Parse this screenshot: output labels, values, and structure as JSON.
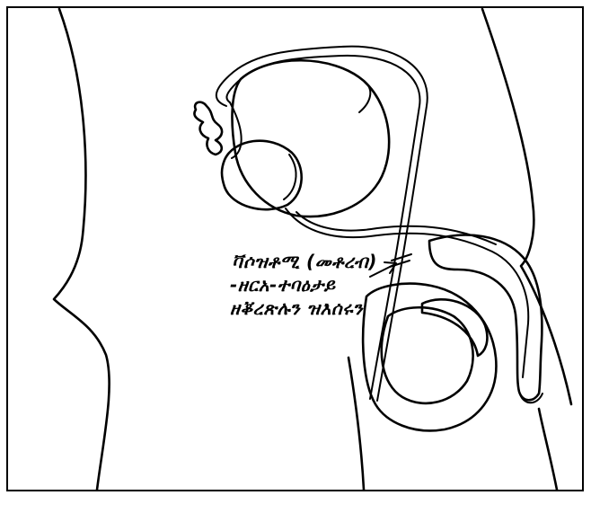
{
  "diagram": {
    "label_lines": [
      "ቫሶዝቶሚ (መቶረብ)",
      "-ዘርአ-ተባዕታይ",
      "ዘቖረጽሉን ዝእሰሩን"
    ],
    "caption": ""
  }
}
